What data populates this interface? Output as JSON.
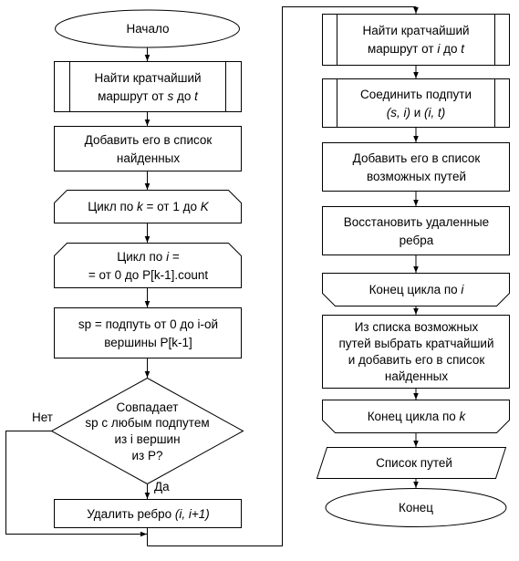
{
  "flowchart": {
    "start": "Начало",
    "find_route_st": {
      "l1": "Найти кратчайший",
      "l2a": "маршрут от ",
      "s": "s",
      "l2b": " до ",
      "t": "t"
    },
    "add_found": {
      "l1": "Добавить его в список",
      "l2": "найденных"
    },
    "loop_k": {
      "a": "Цикл по ",
      "k": "k",
      "b": " = от 1 до ",
      "K": "K"
    },
    "loop_i": {
      "a": "Цикл по ",
      "i": "i",
      "b": " =",
      "l2": "= от 0 до P[k-1].count"
    },
    "subpath": {
      "l1": "sp = подпуть от 0 до i-ой",
      "l2": "вершины P[k-1]"
    },
    "decision": {
      "l1": "Совпадает",
      "l2": "sp с любым подпутем",
      "l3": "из i вершин",
      "l4": "из P?"
    },
    "no_label": "Нет",
    "yes_label": "Да",
    "remove_edge": {
      "a": "Удалить ребро ",
      "args": "(i, i+1)"
    },
    "find_route_it": {
      "l1": "Найти кратчайший",
      "l2a": "маршрут от ",
      "i": "i",
      "l2b": " до ",
      "t": "t"
    },
    "join": {
      "l1": "Соединить подпути",
      "p1": "(s, i)",
      "and": " и ",
      "p2": "(i, t)"
    },
    "add_possible": {
      "l1": "Добавить его в список",
      "l2": "возможных путей"
    },
    "restore": {
      "l1": "Восстановить удаленные",
      "l2": "ребра"
    },
    "end_loop_i": {
      "a": "Конец цикла по ",
      "i": "i"
    },
    "choose": {
      "l1": "Из списка возможных",
      "l2": "путей выбрать кратчайший",
      "l3": "и добавить его в список",
      "l4": "найденных"
    },
    "end_loop_k": {
      "a": "Конец цикла по ",
      "k": "k"
    },
    "output": "Список путей",
    "end": "Конец"
  }
}
